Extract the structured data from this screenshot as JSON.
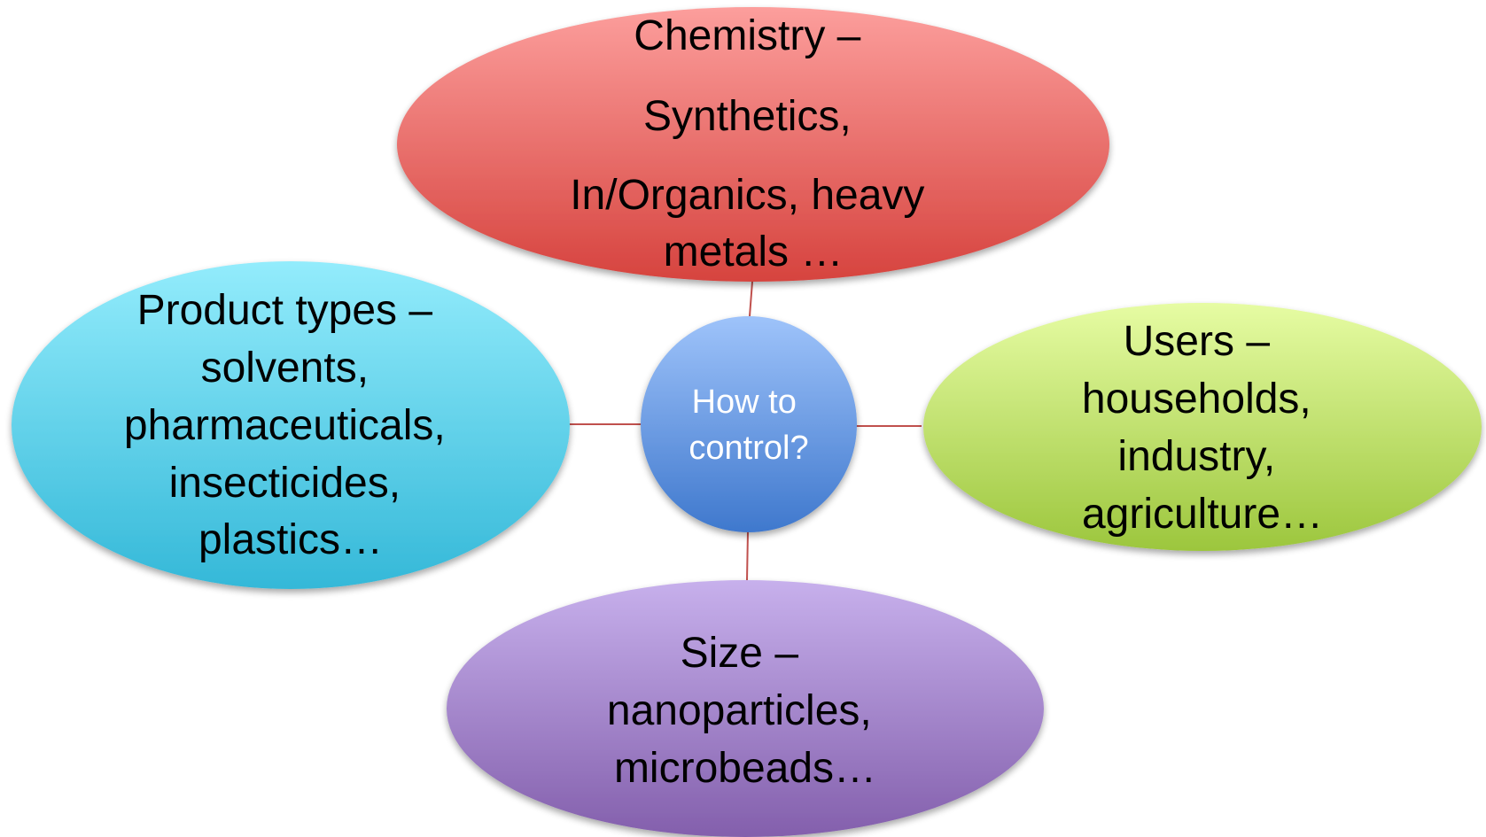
{
  "center": {
    "lines": [
      "How to",
      "control?"
    ]
  },
  "nodes": [
    {
      "id": "chemistry",
      "lines": [
        "Chemistry –",
        "Synthetics,",
        "In/Organics, heavy",
        "metals …"
      ]
    },
    {
      "id": "product-types",
      "lines": [
        "Product types –",
        "solvents,",
        "pharmaceuticals,",
        "insecticides,",
        "plastics…"
      ]
    },
    {
      "id": "users",
      "lines": [
        "Users –",
        "households,",
        "industry,",
        "agriculture…"
      ]
    },
    {
      "id": "size",
      "lines": [
        "Size –",
        "nanoparticles,",
        "microbeads…"
      ]
    }
  ],
  "colors": {
    "chemistry": [
      "#fc9e9c",
      "#d6433e"
    ],
    "product_types": [
      "#93ecfc",
      "#34b8d8"
    ],
    "users": [
      "#e6fca3",
      "#9cc63d"
    ],
    "size": [
      "#c7b0ec",
      "#835fac"
    ],
    "center": [
      "#9ec3fa",
      "#3f78cd"
    ],
    "connector": "#c0504d"
  }
}
